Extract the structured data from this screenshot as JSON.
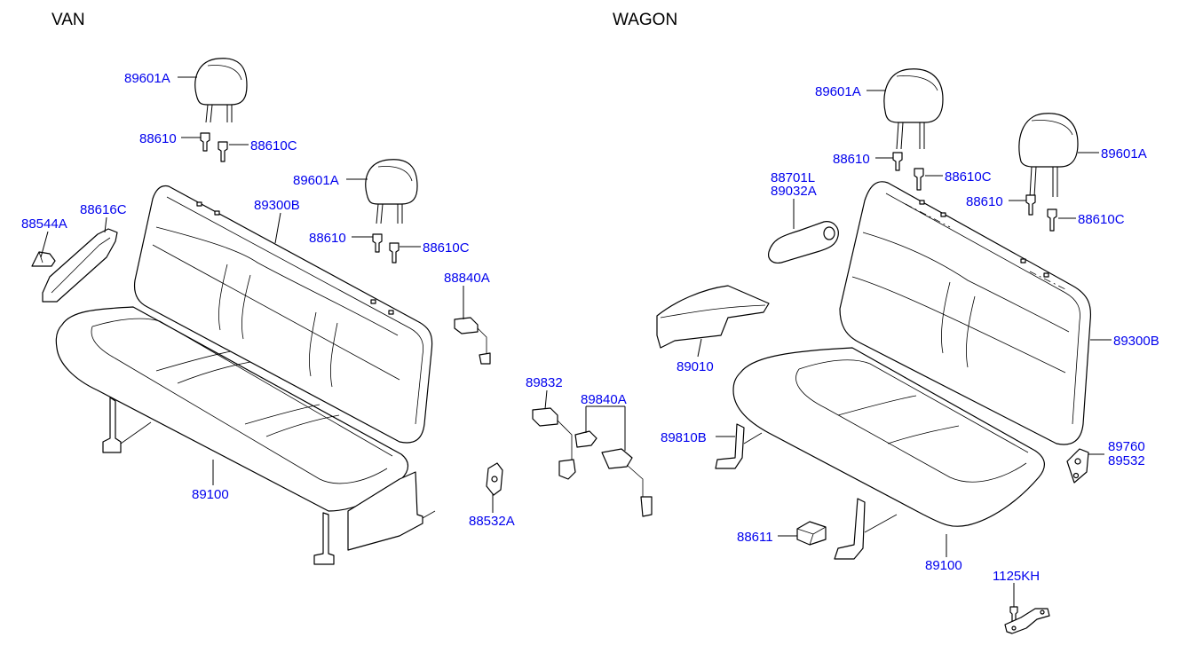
{
  "sections": {
    "van": "VAN",
    "wagon": "WAGON"
  },
  "labels": {
    "van_headrest_top": "89601A",
    "van_guide_left_top": "88610",
    "van_guide_right_top": "88610C",
    "van_headrest_mid": "89601A",
    "van_guide_left_mid": "88610",
    "van_guide_right_mid": "88610C",
    "van_bracket": "88544A",
    "van_cover": "88616C",
    "van_back": "89300B",
    "van_buckle": "88840A",
    "van_cushion": "89100",
    "center_belt": "89832",
    "center_buckle": "89840A",
    "center_plate": "88532A",
    "wagon_headrest_left": "89601A",
    "wagon_guide_left_a": "88610",
    "wagon_guide_right_a": "88610C",
    "wagon_headrest_right": "89601A",
    "wagon_guide_left_b": "88610",
    "wagon_guide_right_b": "88610C",
    "wagon_armrest_1": "88701L",
    "wagon_armrest_2": "89032A",
    "wagon_console": "89010",
    "wagon_back": "89300B",
    "wagon_leg": "89810B",
    "wagon_hinge_1": "89760",
    "wagon_hinge_2": "89532",
    "wagon_pad": "88611",
    "wagon_cushion": "89100",
    "wagon_bolt": "1125KH"
  }
}
